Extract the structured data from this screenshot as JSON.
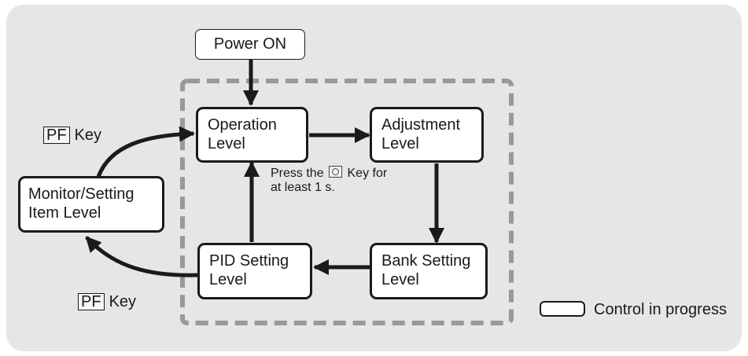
{
  "nodes": {
    "power_on": "Power ON",
    "operation": [
      "Operation",
      "Level"
    ],
    "adjustment": [
      "Adjustment",
      "Level"
    ],
    "bank_setting": [
      "Bank Setting",
      "Level"
    ],
    "pid_setting": [
      "PID Setting",
      "Level"
    ],
    "monitor_setting": [
      "Monitor/Setting",
      "Item Level"
    ]
  },
  "edge_labels": {
    "pf_key_top": {
      "key": "PF",
      "text": "Key"
    },
    "pf_key_bottom": {
      "key": "PF",
      "text": "Key"
    },
    "press_note": {
      "prefix": "Press the",
      "suffix": "Key for",
      "line2": "at least 1 s."
    }
  },
  "legend": {
    "label": "Control in progress"
  },
  "colors": {
    "background": "#e6e6e6",
    "dashed_frame": "#999999",
    "stroke": "#1a1a1a"
  }
}
